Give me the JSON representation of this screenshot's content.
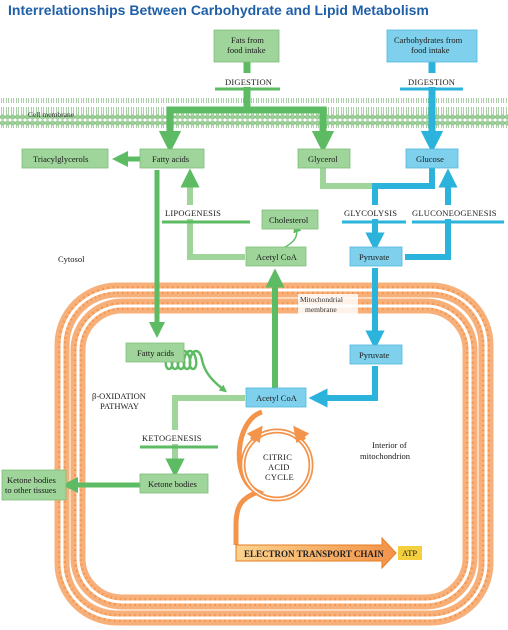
{
  "title": "Interrelationships Between Carbohydrate and Lipid Metabolism",
  "boxes": {
    "fats_intake": [
      "Fats from",
      "food intake"
    ],
    "carbs_intake": [
      "Carbohydrates from",
      "food intake"
    ],
    "triacylglycerols": "Triacylglycerols",
    "fatty_acids_cytosol": "Fatty acids",
    "glycerol": "Glycerol",
    "glucose": "Glucose",
    "cholesterol": "Cholesterol",
    "acetyl_coa_cytosol": "Acetyl CoA",
    "pyruvate_cytosol": "Pyruvate",
    "fatty_acids_mito": "Fatty acids",
    "pyruvate_mito": "Pyruvate",
    "acetyl_coa_mito": "Acetyl CoA",
    "ketone_bodies": "Ketone bodies",
    "ketone_bodies_tissues": [
      "Ketone bodies",
      "to other tissues"
    ],
    "atp": "ATP"
  },
  "labels": {
    "digestion_left": "DIGESTION",
    "digestion_right": "DIGESTION",
    "cell_membrane": "Cell membrane",
    "lipogenesis": "LIPOGENESIS",
    "glycolysis": "GLYCOLYSIS",
    "gluconeogenesis": "GLUCONEOGENESIS",
    "cytosol": "Cytosol",
    "mito_membrane": [
      "Mitochondrial",
      "membrane"
    ],
    "beta_oxidation": [
      "β-OXIDATION",
      "PATHWAY"
    ],
    "ketogenesis": "KETOGENESIS",
    "citric_acid_cycle": [
      "CITRIC",
      "ACID",
      "CYCLE"
    ],
    "interior": [
      "Interior of",
      "mitochondrion"
    ],
    "etc": "ELECTRON TRANSPORT CHAIN"
  },
  "colors": {
    "title": "#1f5fa8",
    "lipid_green": "#5dbb63",
    "box_green": "#9fd49a",
    "carb_blue": "#2bb3dc",
    "box_blue": "#7fd0ec",
    "membrane_green": "#8cc887",
    "mito_orange": "#f4934a",
    "atp_yellow": "#f4d03f"
  }
}
